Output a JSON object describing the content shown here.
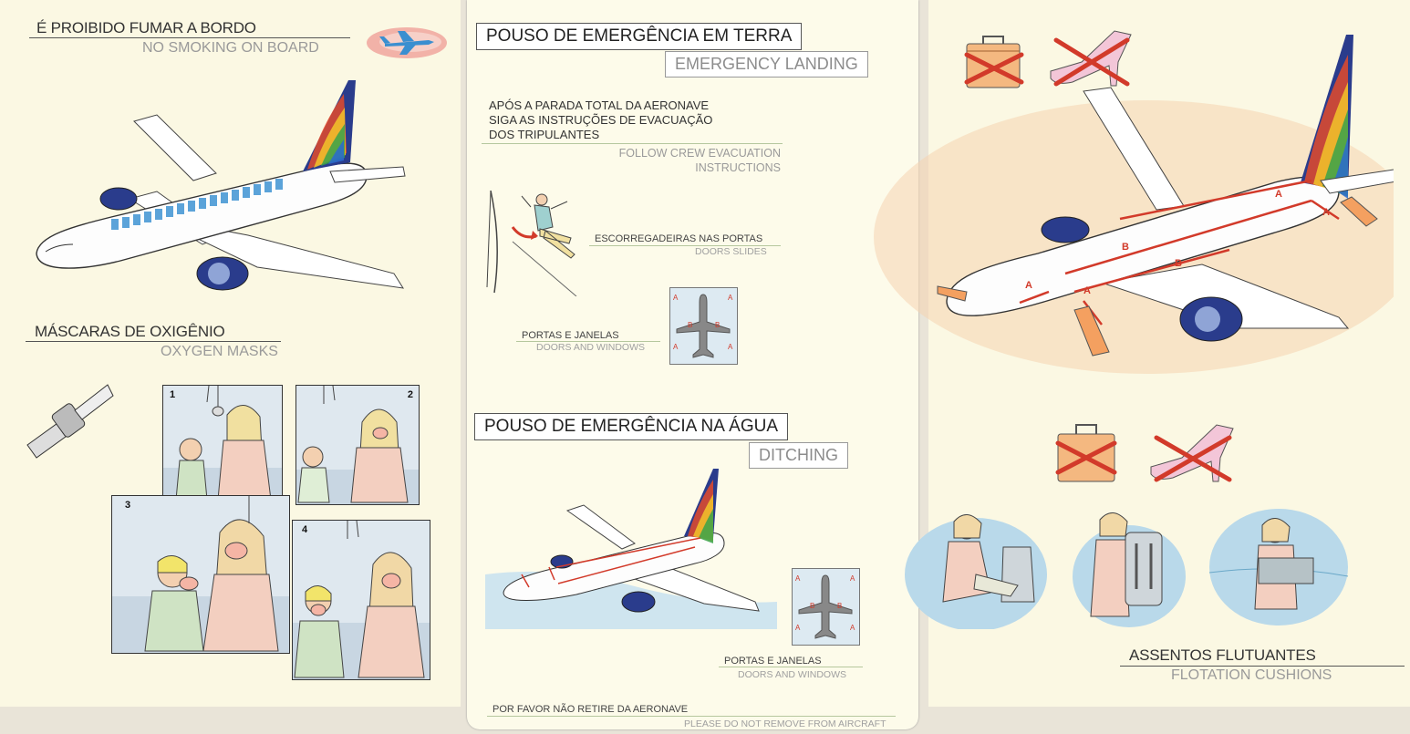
{
  "left_panel": {
    "no_smoking_pt": "É PROIBIDO FUMAR A BORDO",
    "no_smoking_en": "NO SMOKING ON BOARD",
    "oxygen_pt": "MÁSCARAS DE OXIGÊNIO",
    "oxygen_en": "OXYGEN MASKS",
    "steps": [
      "1",
      "2",
      "3",
      "4"
    ]
  },
  "middle_panel": {
    "land_title_pt": "POUSO DE EMERGÊNCIA EM TERRA",
    "land_title_en": "EMERGENCY LANDING",
    "instr_pt": [
      "APÓS A PARADA TOTAL DA AERONAVE",
      "SIGA AS INSTRUÇÕES DE EVACUAÇÃO",
      "DOS TRIPULANTES"
    ],
    "instr_en": [
      "FOLLOW CREW EVACUATION",
      "INSTRUCTIONS"
    ],
    "slides_pt": "ESCORREGADEIRAS NAS PORTAS",
    "slides_en": "DOORS SLIDES",
    "doors_pt": "PORTAS E JANELAS",
    "doors_en": "DOORS AND WINDOWS",
    "water_title_pt": "POUSO DE EMERGÊNCIA NA ÁGUA",
    "water_title_en": "DITCHING",
    "doors2_pt": "PORTAS E JANELAS",
    "doors2_en": "DOORS AND WINDOWS",
    "footer_pt": "POR FAVOR NÃO RETIRE DA AERONAVE",
    "footer_en": "PLEASE DO NOT REMOVE FROM AIRCRAFT"
  },
  "right_panel": {
    "cushions_pt": "ASSENTOS FLUTUANTES",
    "cushions_en": "FLOTATION CUSHIONS"
  },
  "exit_labels": {
    "a": "A",
    "b": "B"
  },
  "colors": {
    "exit_red": "#d23a2a",
    "engine_blue": "#2a3c8c",
    "paper": "#fbf8e3",
    "water": "#b9d9ea"
  }
}
